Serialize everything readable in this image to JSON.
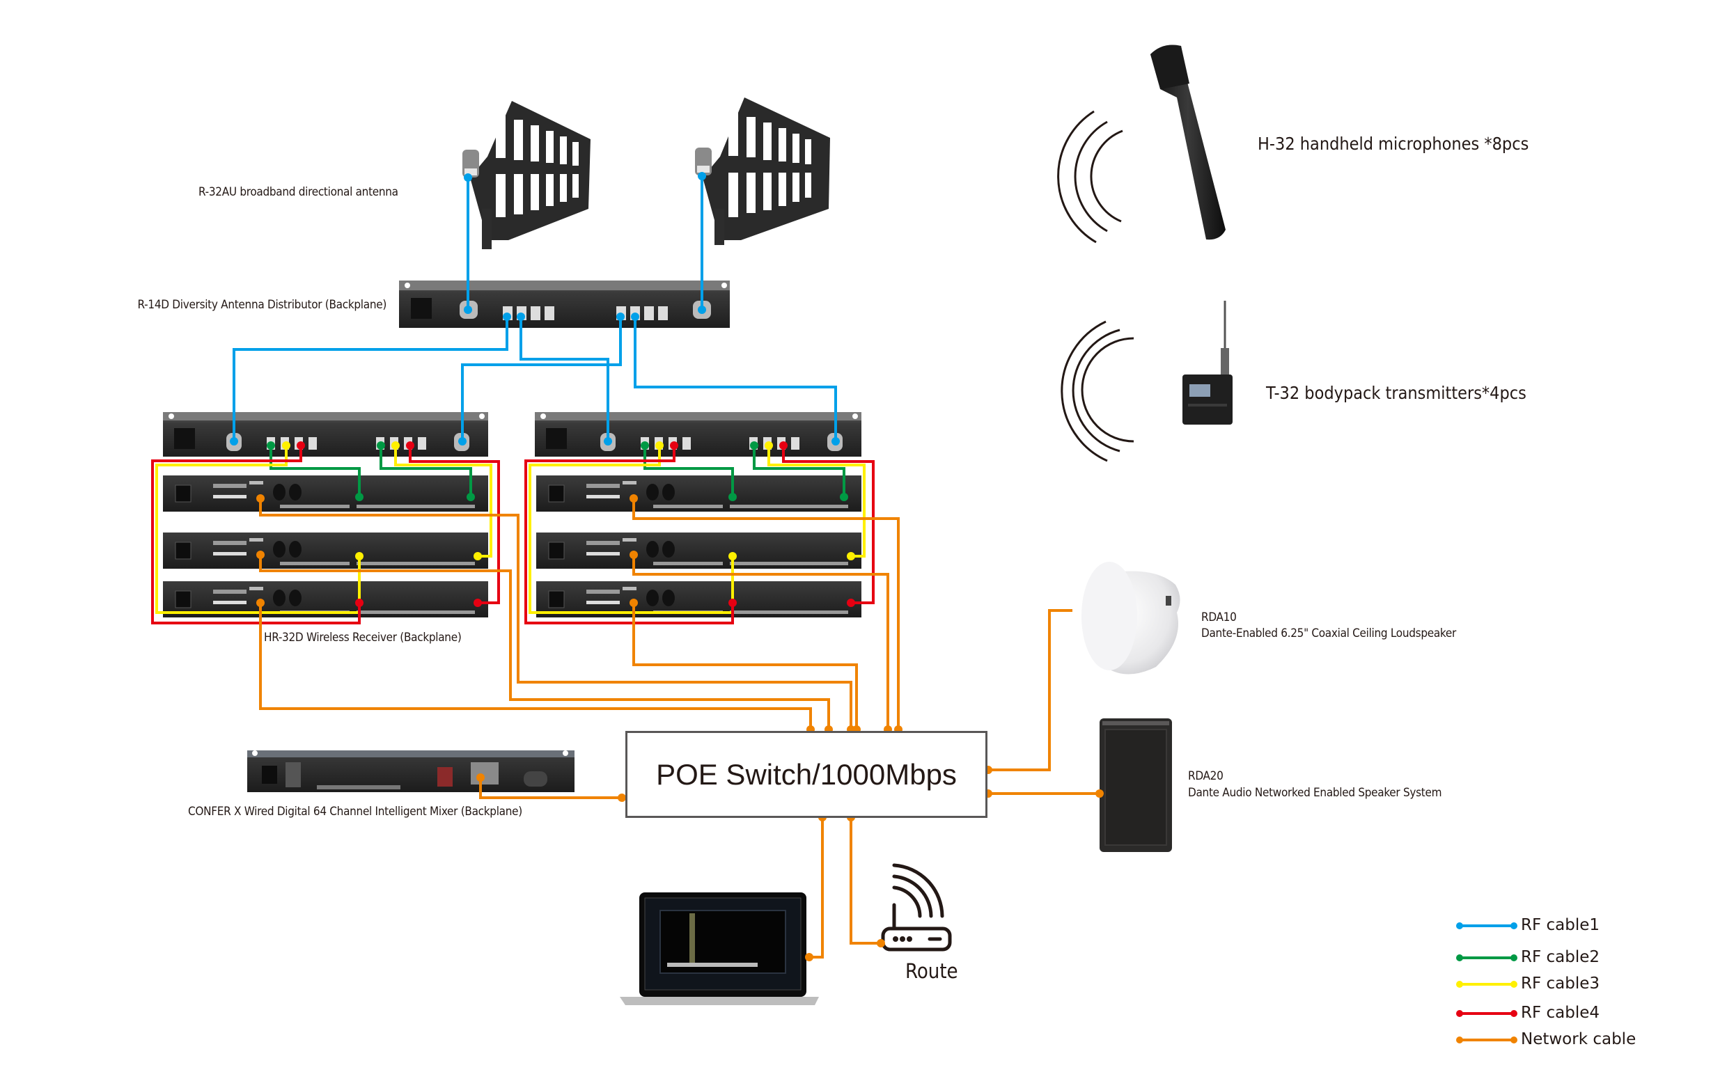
{
  "colors": {
    "rf_cable1": "#00a0e9",
    "rf_cable2": "#009944",
    "rf_cable3": "#fff000",
    "rf_cable4": "#e60012",
    "network_cable": "#f08300",
    "device_dark": "#231f20",
    "text": "#231815"
  },
  "devices": {
    "antenna": {
      "label": "R-32AU broadband directional antenna",
      "icon": "antenna-icon"
    },
    "distributor": {
      "label": "R-14D Diversity Antenna Distributor (Backplane)",
      "icon": "rack-unit-icon"
    },
    "receiver": {
      "label": "HR-32D Wireless Receiver (Backplane)",
      "icon": "receiver-icon"
    },
    "mixer": {
      "label": "CONFER X Wired Digital 64 Channel Intelligent Mixer (Backplane)",
      "icon": "mixer-icon"
    },
    "switch": {
      "label": "POE Switch/1000Mbps"
    },
    "router": {
      "label": "Route",
      "icon": "wifi-router-icon"
    },
    "laptop": {
      "icon": "laptop-icon"
    },
    "handheld_mic": {
      "label": "H-32 handheld microphones *8pcs",
      "icon": "microphone-icon"
    },
    "bodypack": {
      "label": "T-32 bodypack transmitters*4pcs",
      "icon": "bodypack-transmitter-icon"
    },
    "rda10": {
      "model": "RDA10",
      "description": "Dante-Enabled 6.25\" Coaxial Ceiling Loudspeaker",
      "icon": "ceiling-speaker-icon"
    },
    "rda20": {
      "model": "RDA20",
      "description": "Dante Audio Networked Enabled Speaker System",
      "icon": "speaker-cabinet-icon"
    }
  },
  "legend": [
    {
      "key": "rf_cable1",
      "label": "RF cable1"
    },
    {
      "key": "rf_cable2",
      "label": "RF cable2"
    },
    {
      "key": "rf_cable3",
      "label": "RF cable3"
    },
    {
      "key": "rf_cable4",
      "label": "RF cable4"
    },
    {
      "key": "network_cable",
      "label": "Network cable"
    }
  ]
}
